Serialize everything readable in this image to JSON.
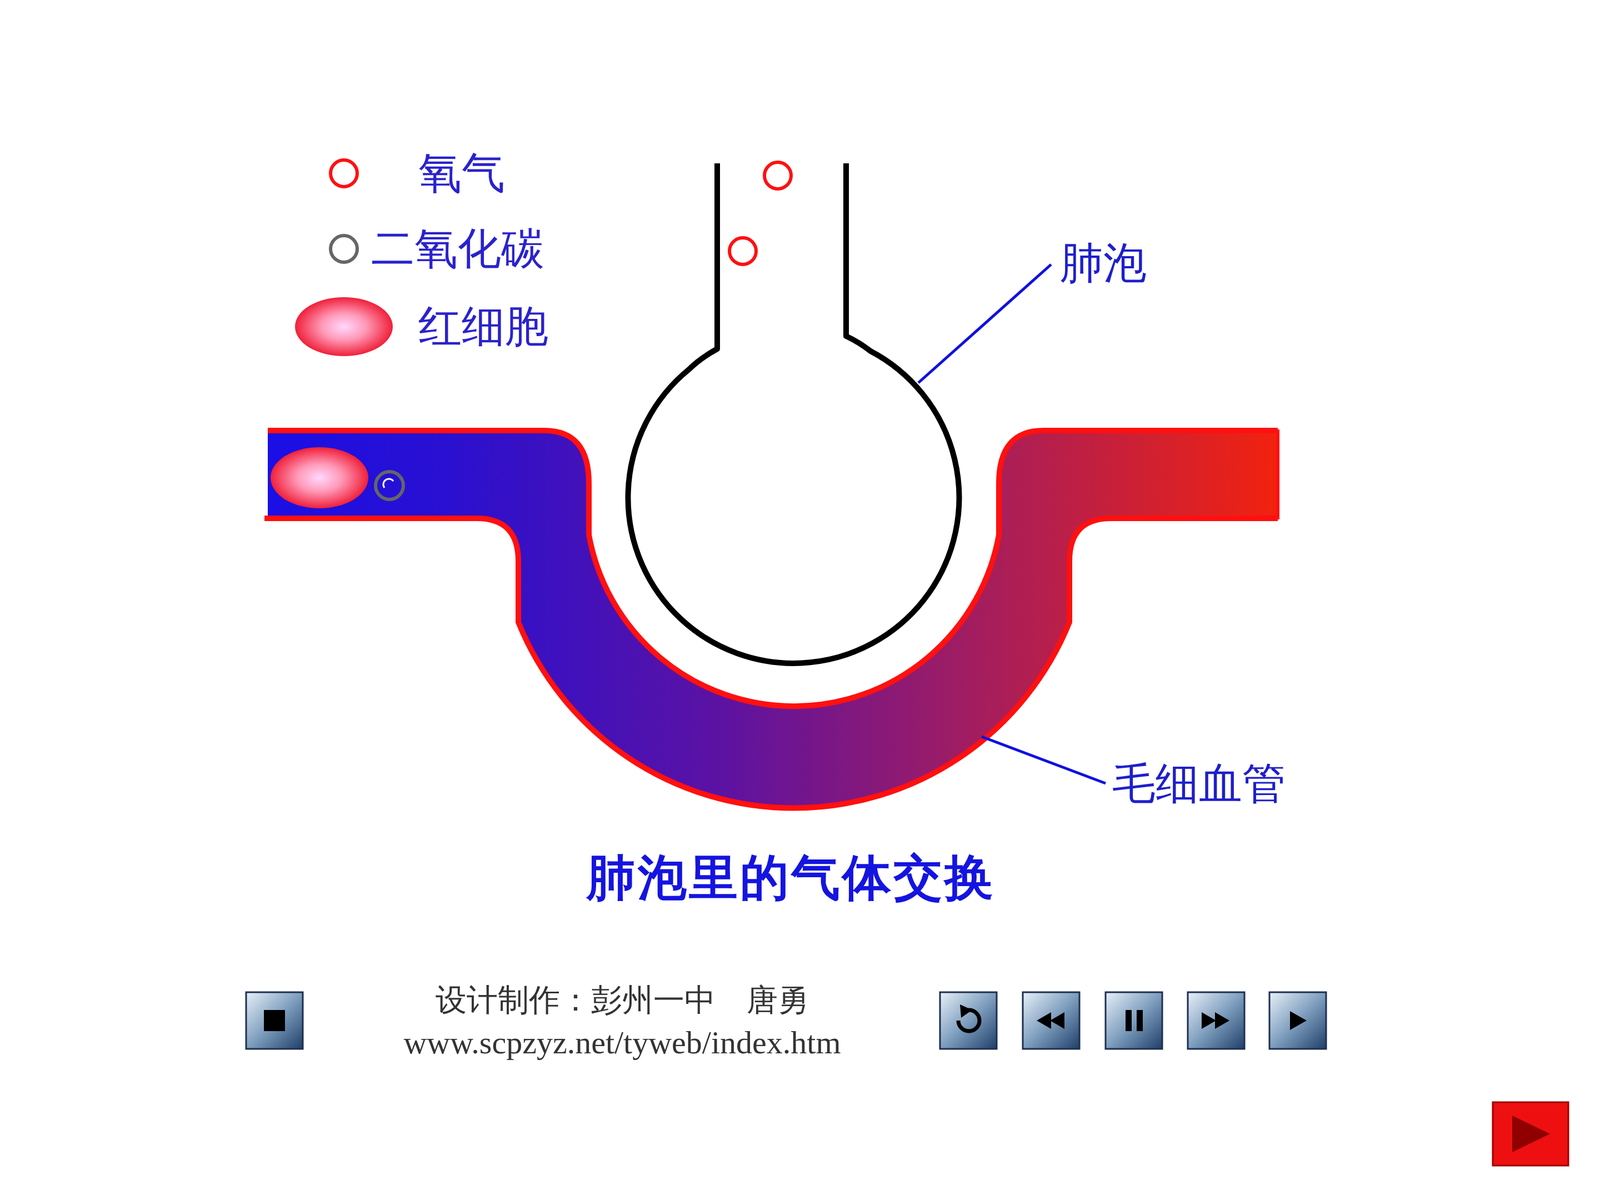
{
  "diagram": {
    "title": "肺泡里的气体交换",
    "labels": [
      "肺泡",
      "毛细血管",
      "设计制作：彭州一中　唐勇",
      "www.scpzyz.net/tyweb/index.htm"
    ],
    "legend": [
      {
        "text": "氧气"
      },
      {
        "text": "二氧化碳"
      },
      {
        "text": "红细胞"
      }
    ]
  }
}
